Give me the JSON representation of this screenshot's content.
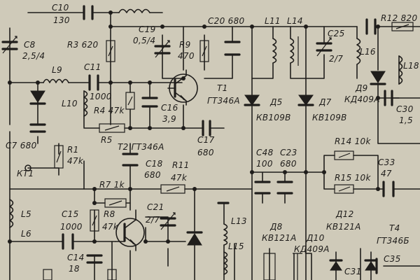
{
  "labels": {
    "c10": "C10",
    "c10_val": "130",
    "c8": "C8",
    "c8_val": "2,5/4",
    "r3": "R3 620",
    "c19": "C19",
    "c19_val": "0,5/4",
    "r9": "R9",
    "r9_val": "470",
    "c20": "C20 680",
    "l11": "L11",
    "l14": "L14",
    "c25": "C25",
    "c25_val": "2/7",
    "r12": "R12 820",
    "l16": "L16",
    "l18": "L18",
    "l9": "L9",
    "c11": "C11",
    "c11_val": "1000",
    "l10": "L10",
    "r4": "R4 47k",
    "t1": "T1",
    "t1_type": "ГТ346А",
    "d5": "Д5",
    "d5_type": "КВ109В",
    "d7": "Д7",
    "d7_type": "КВ109В",
    "d9": "Д9",
    "d9_type": "КД409А",
    "c16": "C16",
    "c16_val": "3,9",
    "c30": "C30",
    "c30_val": "1,5",
    "c7": "C7 680",
    "r5": "R5",
    "t2": "T2 ГТ346А",
    "c17": "C17",
    "c17_val": "680",
    "r1": "R1",
    "r1_val": "47k",
    "kt1": "КТ1",
    "c48": "C48",
    "c48_val": "100",
    "c23": "C23",
    "c23_val": "680",
    "r14": "R14 10k",
    "c18": "C18",
    "c18_val": "680",
    "r11": "R11",
    "r11_val": "47k",
    "c33": "C33",
    "c33_val": "47",
    "r15": "R15 10k",
    "r7": "R7 1k",
    "l5": "L5",
    "l6": "L6",
    "c15": "C15",
    "c15_val": "1000",
    "r8": "R8",
    "r8_val": "47k",
    "c21": "C21",
    "c21_val": "2/7",
    "l13": "L13",
    "l15": "L15",
    "d8": "Д8",
    "d8_type": "КВ121А",
    "d12": "Д12",
    "d12_type": "КВ121А",
    "d10": "Д10",
    "d10_type": "КД409А",
    "t4": "Т4",
    "t4_type": "ГТ346Б",
    "c14": "C14",
    "c14_val": "18",
    "c31": "C31",
    "c35": "C35"
  }
}
